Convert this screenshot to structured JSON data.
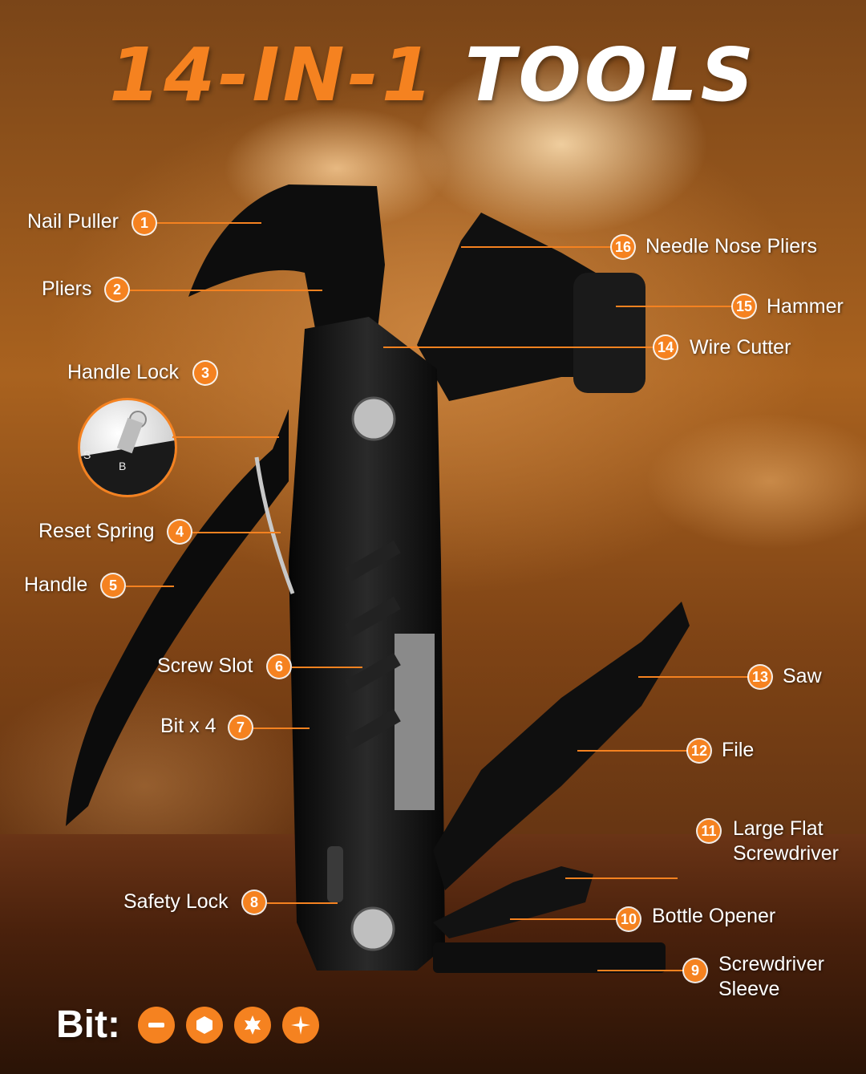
{
  "title": {
    "part1": "14-IN-1",
    "part2": "TOOLS"
  },
  "colors": {
    "accent": "#f58220",
    "tool": "#111111",
    "text": "#ffffff"
  },
  "callouts": [
    {
      "num": "1",
      "label": "Nail Puller"
    },
    {
      "num": "2",
      "label": "Pliers"
    },
    {
      "num": "3",
      "label": "Handle Lock"
    },
    {
      "num": "4",
      "label": "Reset Spring"
    },
    {
      "num": "5",
      "label": "Handle"
    },
    {
      "num": "6",
      "label": "Screw Slot"
    },
    {
      "num": "7",
      "label": "Bit x 4"
    },
    {
      "num": "8",
      "label": "Safety Lock"
    },
    {
      "num": "9",
      "label": "Screwdriver Sleeve"
    },
    {
      "num": "10",
      "label": "Bottle Opener"
    },
    {
      "num": "11",
      "label": "Large Flat Screwdriver"
    },
    {
      "num": "12",
      "label": "File"
    },
    {
      "num": "13",
      "label": "Saw"
    },
    {
      "num": "14",
      "label": "Wire Cutter"
    },
    {
      "num": "15",
      "label": "Hammer"
    },
    {
      "num": "16",
      "label": "Needle Nose Pliers"
    }
  ],
  "inset_marks": {
    "left": "S",
    "right": "B"
  },
  "bit_legend": {
    "title": "Bit:",
    "icons": [
      "flat-bit-icon",
      "hex-bit-icon",
      "torx-bit-icon",
      "phillips-bit-icon"
    ]
  }
}
